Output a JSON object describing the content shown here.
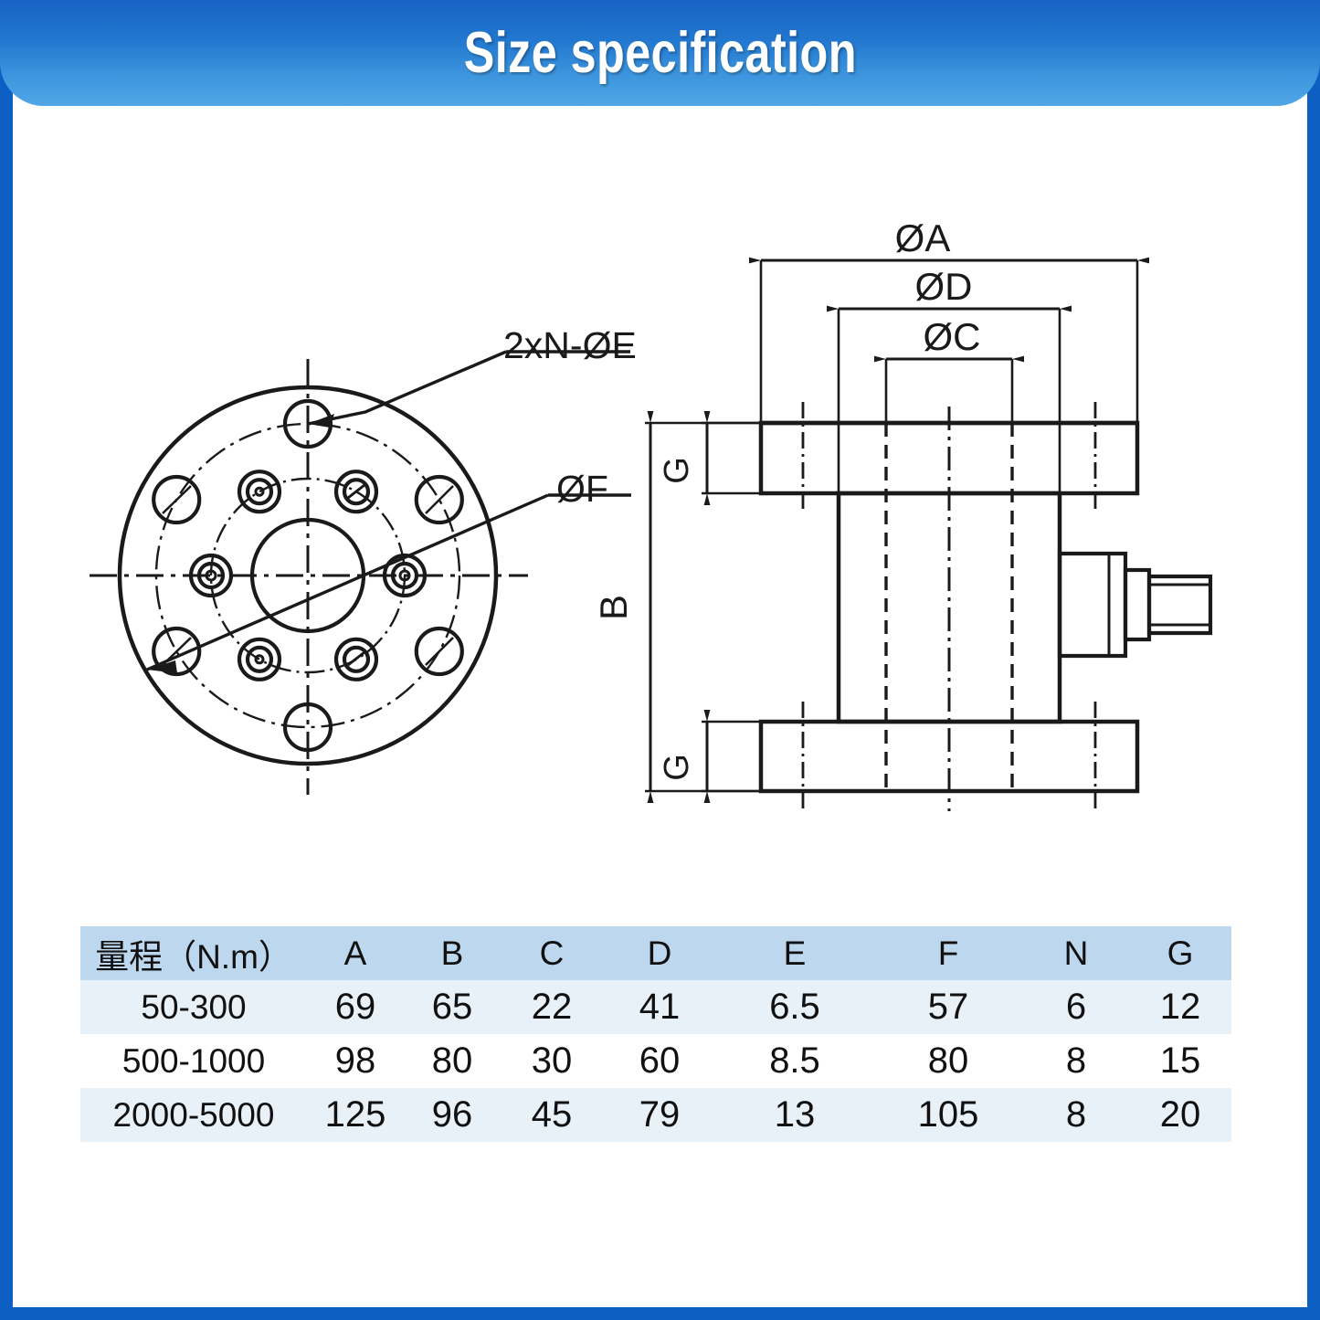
{
  "banner": {
    "title": "Size specification"
  },
  "colors": {
    "frame_blue": "#0d5fc4",
    "banner_blue_dark": "#1763c4",
    "banner_blue_light": "#51a6e6",
    "table_header_blue": "#bdd7ee",
    "table_row_blue": "#e8f0f8",
    "line_black": "#1a1a1a"
  },
  "drawing": {
    "front_view": {
      "label_bolt_holes": "2xN-ØE",
      "label_bore": "ØF",
      "outer_hole_count": 6,
      "inner_hole_count": 6
    },
    "section_view": {
      "label_outer_dia": "ØA",
      "label_body_dia": "ØD",
      "label_bore_dia": "ØC",
      "label_height": "B",
      "label_flange_thickness_top": "G",
      "label_flange_thickness_bottom": "G"
    }
  },
  "table": {
    "headers": [
      "量程（N.m）",
      "A",
      "B",
      "C",
      "D",
      "E",
      "F",
      "N",
      "G"
    ],
    "rows": [
      {
        "range": "50-300",
        "A": "69",
        "B": "65",
        "C": "22",
        "D": "41",
        "E": "6.5",
        "F": "57",
        "N": "6",
        "G": "12"
      },
      {
        "range": "500-1000",
        "A": "98",
        "B": "80",
        "C": "30",
        "D": "60",
        "E": "8.5",
        "F": "80",
        "N": "8",
        "G": "15"
      },
      {
        "range": "2000-5000",
        "A": "125",
        "B": "96",
        "C": "45",
        "D": "79",
        "E": "13",
        "F": "105",
        "N": "8",
        "G": "20"
      }
    ]
  }
}
